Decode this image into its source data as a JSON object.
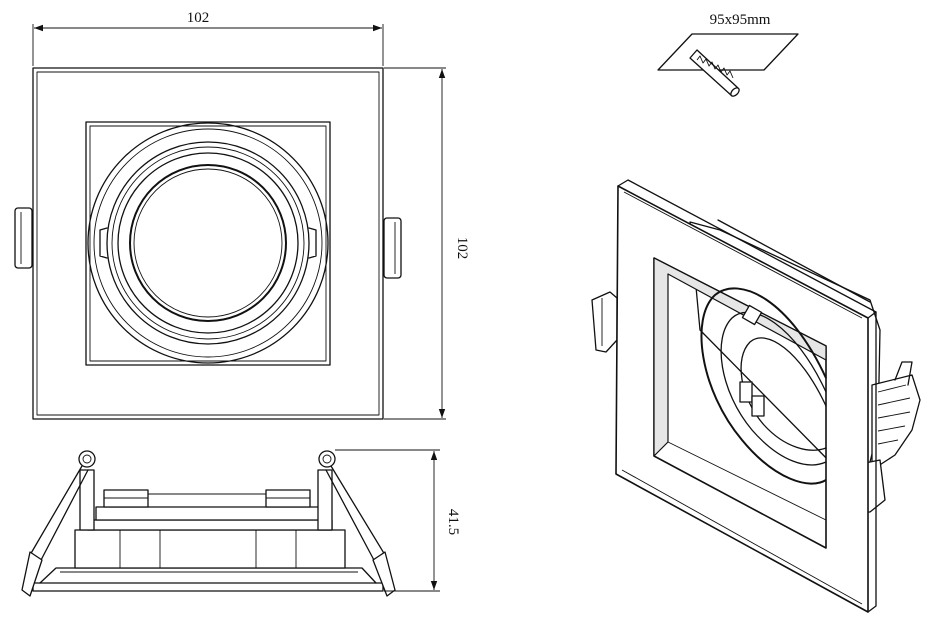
{
  "dimensions": {
    "width_label": "102",
    "height_label": "102",
    "depth_label": "41.5",
    "cutout_label": "95x95mm"
  },
  "views": [
    "top-view",
    "side-view",
    "perspective-view",
    "cutout-symbol"
  ],
  "colors": {
    "line": "#111111",
    "background": "#ffffff"
  }
}
